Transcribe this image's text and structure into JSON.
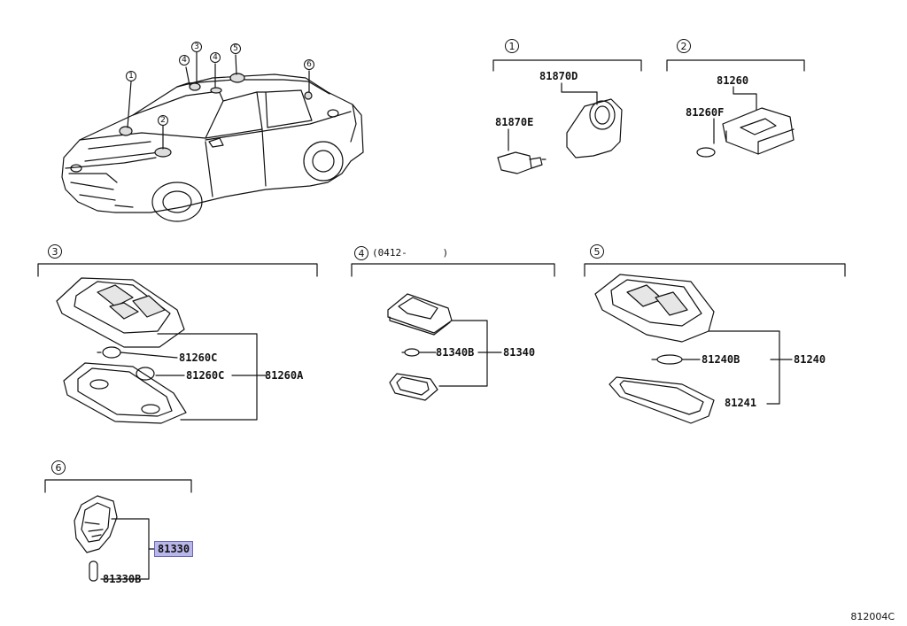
{
  "sections": {
    "s1": {
      "num": "1",
      "parts": [
        "81870D",
        "81870E"
      ]
    },
    "s2": {
      "num": "2",
      "parts": [
        "81260",
        "81260F"
      ]
    },
    "s3": {
      "num": "3",
      "parts": [
        "81260C",
        "81260C",
        "81260A"
      ]
    },
    "s4": {
      "num": "4",
      "note": "(0412-      )",
      "parts": [
        "81340B",
        "81340"
      ]
    },
    "s5": {
      "num": "5",
      "parts": [
        "81240B",
        "81240",
        "81241"
      ]
    },
    "s6": {
      "num": "6",
      "parts": [
        "81330",
        "81330B"
      ]
    }
  },
  "car_callouts": [
    "1",
    "2",
    "3",
    "4",
    "4",
    "5",
    "6"
  ],
  "diagram_code": "812004C",
  "colors": {
    "highlight": "#b9b6ea",
    "line": "#111111"
  }
}
